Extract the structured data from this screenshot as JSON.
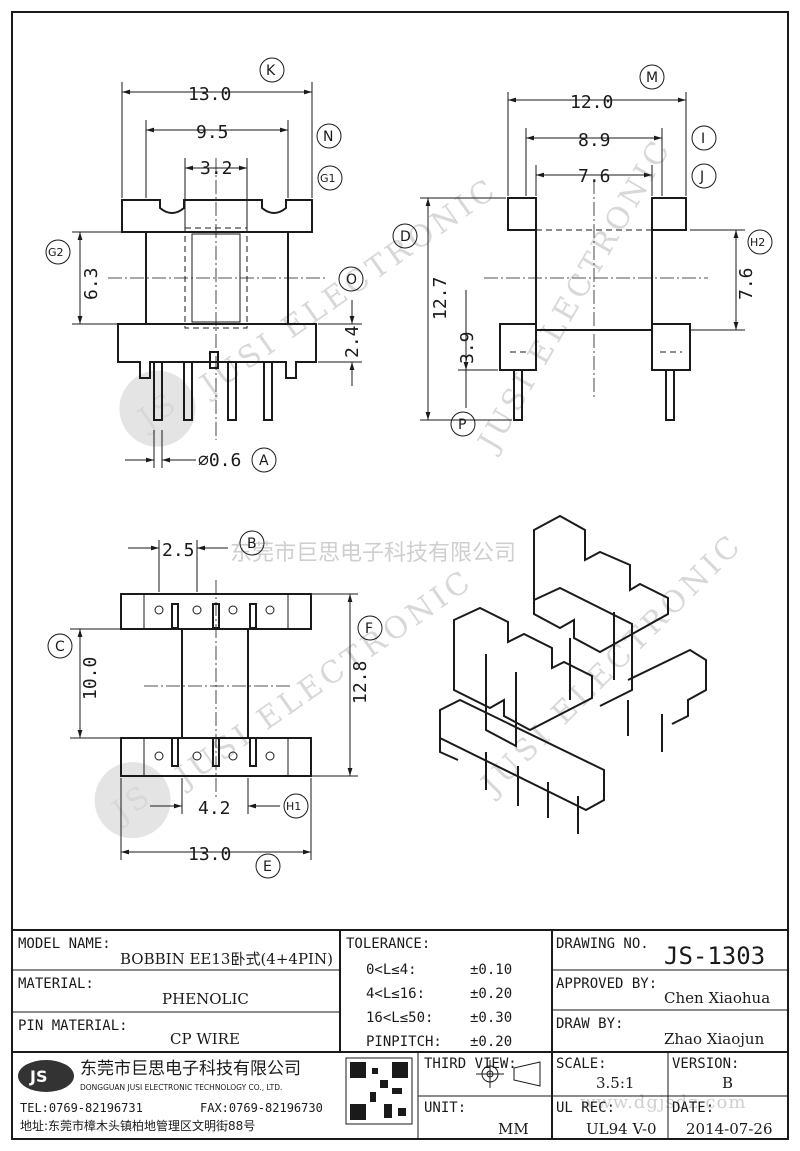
{
  "views": {
    "front": {
      "dim_width": "13.0",
      "dim_inner": "9.5",
      "dim_core": "3.2",
      "dim_height": "6.3",
      "dim_base": "2.4",
      "dim_pin": "⌀0.6",
      "labels": {
        "K": "K",
        "N": "N",
        "G1": "G1",
        "G2": "G2",
        "O": "O",
        "A": "A"
      }
    },
    "side": {
      "dim_width": "12.0",
      "dim_mid": "8.9",
      "dim_inner": "7.6",
      "dim_total": "12.7",
      "dim_h2": "7.6",
      "dim_pin": "3.9",
      "labels": {
        "M": "M",
        "I": "I",
        "J": "J",
        "D": "D",
        "H2": "H2",
        "P": "P"
      }
    },
    "bottom": {
      "dim_pitch": "2.5",
      "dim_inner": "10.0",
      "dim_outer": "12.8",
      "dim_span": "4.2",
      "dim_width": "13.0",
      "labels": {
        "B": "B",
        "C": "C",
        "F": "F",
        "H1": "H1",
        "E": "E"
      }
    }
  },
  "watermark": {
    "company_cn": "东莞市巨思电子科技有限公司",
    "en": "JUSI ELECTRONIC",
    "logo": "JS",
    "site": "www.dgjsdz.com"
  },
  "title_block": {
    "model_name_label": "MODEL NAME:",
    "model_name_value": "BOBBIN EE13卧式(4+4PIN)",
    "material_label": "MATERIAL:",
    "material_value": "PHENOLIC",
    "pin_material_label": "PIN MATERIAL:",
    "pin_material_value": "CP WIRE",
    "tolerance_label": "TOLERANCE:",
    "tolerances": [
      {
        "range": "0<L≤4:",
        "value": "±0.10"
      },
      {
        "range": "4<L≤16:",
        "value": "±0.20"
      },
      {
        "range": "16<L≤50:",
        "value": "±0.30"
      },
      {
        "range": "PINPITCH:",
        "value": "±0.20"
      }
    ],
    "drawing_no_label": "DRAWING NO.",
    "drawing_no_value": "JS-1303",
    "approved_by_label": "APPROVED BY:",
    "approved_by_value": "Chen Xiaohua",
    "draw_by_label": "DRAW BY:",
    "draw_by_value": "Zhao Xiaojun",
    "company_logo": "JS",
    "company_cn": "东莞市巨思电子科技有限公司",
    "company_en": "DONGGUAN JUSI ELECTRONIC TECHNOLOGY CO., LTD.",
    "tel": "TEL:0769-82196731",
    "fax": "FAX:0769-82196730",
    "address": "地址:东莞市樟木头镇柏地管理区文明街88号",
    "third_view_label": "THIRD VIEW:",
    "unit_label": "UNIT:",
    "unit_value": "MM",
    "scale_label": "SCALE:",
    "scale_value": "3.5:1",
    "version_label": "VERSION:",
    "version_value": "B",
    "ul_rec_label": "UL REC:",
    "ul_rec_value": "UL94 V-0",
    "date_label": "DATE:",
    "date_value": "2014-07-26"
  }
}
